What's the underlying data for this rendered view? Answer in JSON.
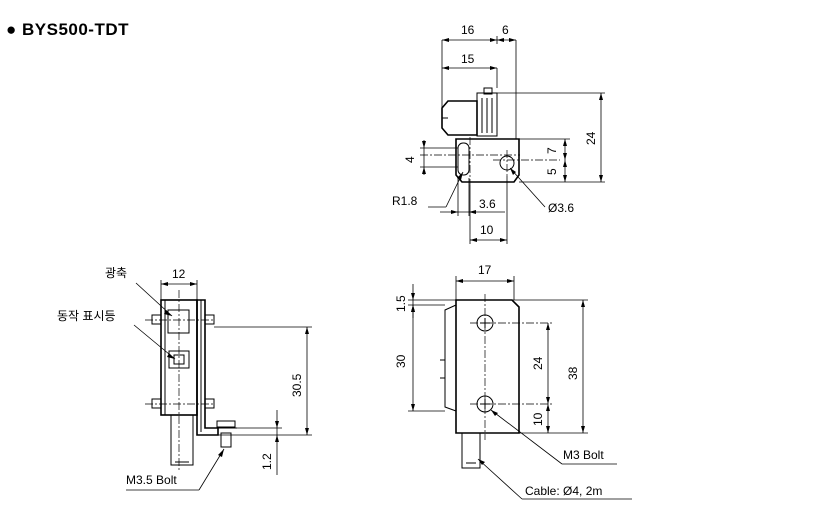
{
  "title": "● BYS500-TDT",
  "top_view": {
    "dims": {
      "w16": "16",
      "w6": "6",
      "w15": "15",
      "h24": "24",
      "h7": "7",
      "h5": "5",
      "h4": "4",
      "w3_6": "3.6",
      "w10": "10"
    },
    "labels": {
      "r": "R1.8",
      "hole": "Ø3.6"
    }
  },
  "side_view": {
    "dims": {
      "w12": "12",
      "h30_5": "30.5",
      "h1_2": "1.2"
    },
    "labels": {
      "lens": "광축",
      "indicator": "동작 표시등",
      "bolt": "M3.5 Bolt"
    }
  },
  "front_view": {
    "dims": {
      "w17": "17",
      "h1_5": "1.5",
      "h30": "30",
      "h24": "24",
      "h38": "38",
      "h10": "10"
    },
    "labels": {
      "bolt": "M3 Bolt",
      "cable": "Cable: Ø4, 2m"
    }
  }
}
